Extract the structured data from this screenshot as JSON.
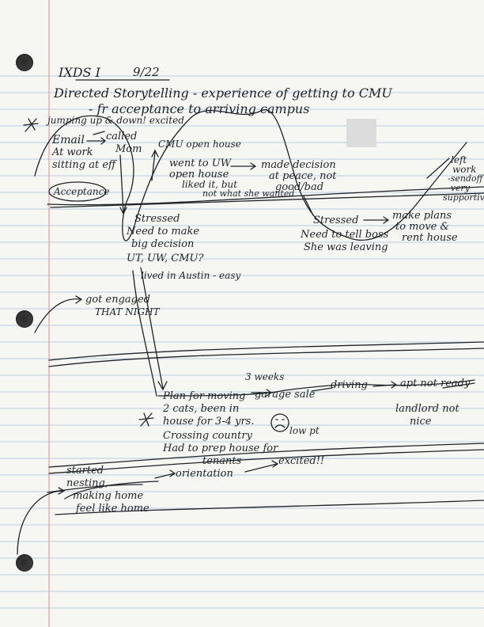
{
  "header": {
    "course": "IXDS I",
    "date": "9/22"
  },
  "title": {
    "line1": "Directed Storytelling - experience of getting to CMU",
    "line2": "- fr acceptance to arriving campus"
  },
  "notes": {
    "star_note": "jumping up & down! excited",
    "email": "Email",
    "at_work": "At work",
    "sitting": "sitting at eff",
    "called": "called",
    "mom": "Mom",
    "cmu_open_house": "CMU open house",
    "went_to_uw": "went to UW",
    "open_house": "open house",
    "liked_it": "liked it, but",
    "not_what_wanted": "not what she wanted",
    "made_decision": "made decision",
    "at_peace": "at peace, not",
    "good_bad": "good/bad",
    "left_work": "left",
    "left_work2": "work",
    "sendoff": "-sendoff",
    "very": "-very",
    "supportive": "supportive",
    "acceptance": "Acceptance",
    "stressed1": "Stressed",
    "need_to_make": "Need to make",
    "big_decision": "big decision",
    "options": "UT, UW, CMU?",
    "lived_in_austin": "lived in Austin - easy",
    "stressed2": "Stressed",
    "need_to_tell": "Need to tell boss",
    "she_was_leaving": "She was leaving",
    "make_plans": "make plans",
    "to_move": "to move &",
    "rent_house": "rent house",
    "got_engaged": "got engaged",
    "that_night": "THAT NIGHT",
    "three_weeks": "3 weeks",
    "plan_for_moving": "Plan for moving",
    "two_cats": "2 cats, been in",
    "house_for": "house for 3-4 yrs.",
    "garage_sale": "garage sale",
    "driving": "driving",
    "apt_not_ready": "apt not ready",
    "landlord": "landlord not",
    "nice": "nice",
    "crossing_country": "Crossing country",
    "had_to_prep": "Had to prep house for",
    "tenants": "tenants",
    "low_pt": "low pt",
    "orientation": "orientation",
    "excited": "excited!!",
    "started": "started",
    "nesting": "nesting,",
    "making_home": "making home",
    "feel_like_home": "feel like home"
  },
  "colors": {
    "paper": "#f6f6f3",
    "ruled_line": "#9fb7d6",
    "margin_line": "#e58a8a",
    "ink": "#1f2328"
  }
}
